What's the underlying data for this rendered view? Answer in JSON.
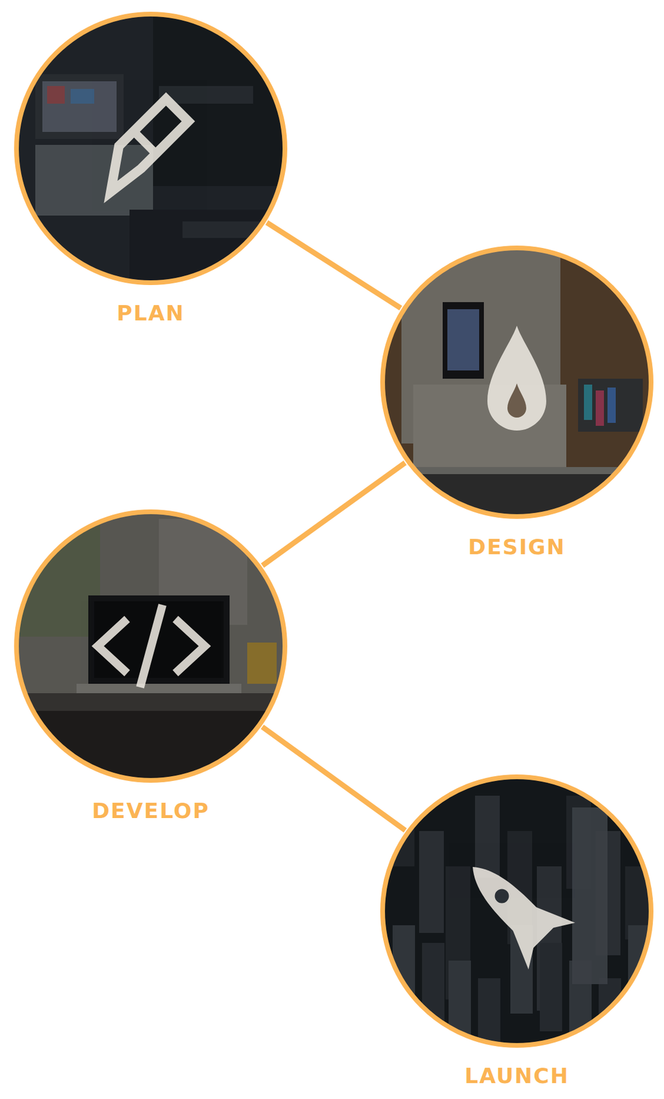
{
  "diagram": {
    "nodes": [
      {
        "text": [
          "PLAN"
        ]
      },
      {
        "text": [
          "DESIGN"
        ]
      },
      {
        "text": [
          "DEVELOP"
        ]
      },
      {
        "text": [
          "LAUNCH"
        ]
      }
    ],
    "edges": [
      {
        "from": 0,
        "to": 1,
        "arrow": "none"
      },
      {
        "from": 1,
        "to": 2,
        "arrow": "none"
      },
      {
        "from": 2,
        "to": 3,
        "arrow": "none"
      }
    ]
  }
}
